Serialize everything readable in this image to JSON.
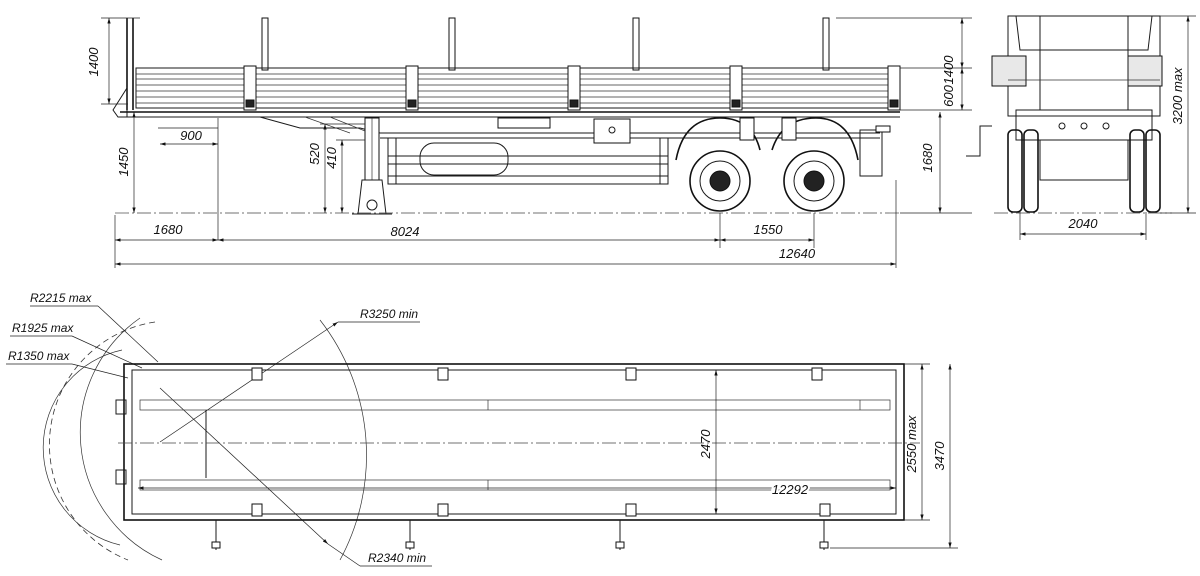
{
  "side_view": {
    "dims": {
      "body_height": "1400",
      "rear_overhang": "900",
      "deck_height": "1450",
      "leg_upper": "520",
      "leg_lower": "410",
      "front_overhang": "1680",
      "kingpin_to_axle": "8024",
      "axle_spacing": "1550",
      "overall_length": "12640",
      "side_board_height": "600",
      "stake_height": "1400",
      "platform_height": "1680"
    }
  },
  "rear_view": {
    "dims": {
      "overall_height": "3200 max",
      "track_width": "2040"
    }
  },
  "plan_view": {
    "dims": {
      "radius_1": "R2215 max",
      "radius_2": "R1925 max",
      "radius_3": "R1350  max",
      "radius_min_outer": "R3250 min",
      "radius_min_inner": "R2340 min",
      "inner_width": "2470",
      "overall_width": "2550 max",
      "width_with_stakes": "3470",
      "platform_length": "12292"
    }
  }
}
